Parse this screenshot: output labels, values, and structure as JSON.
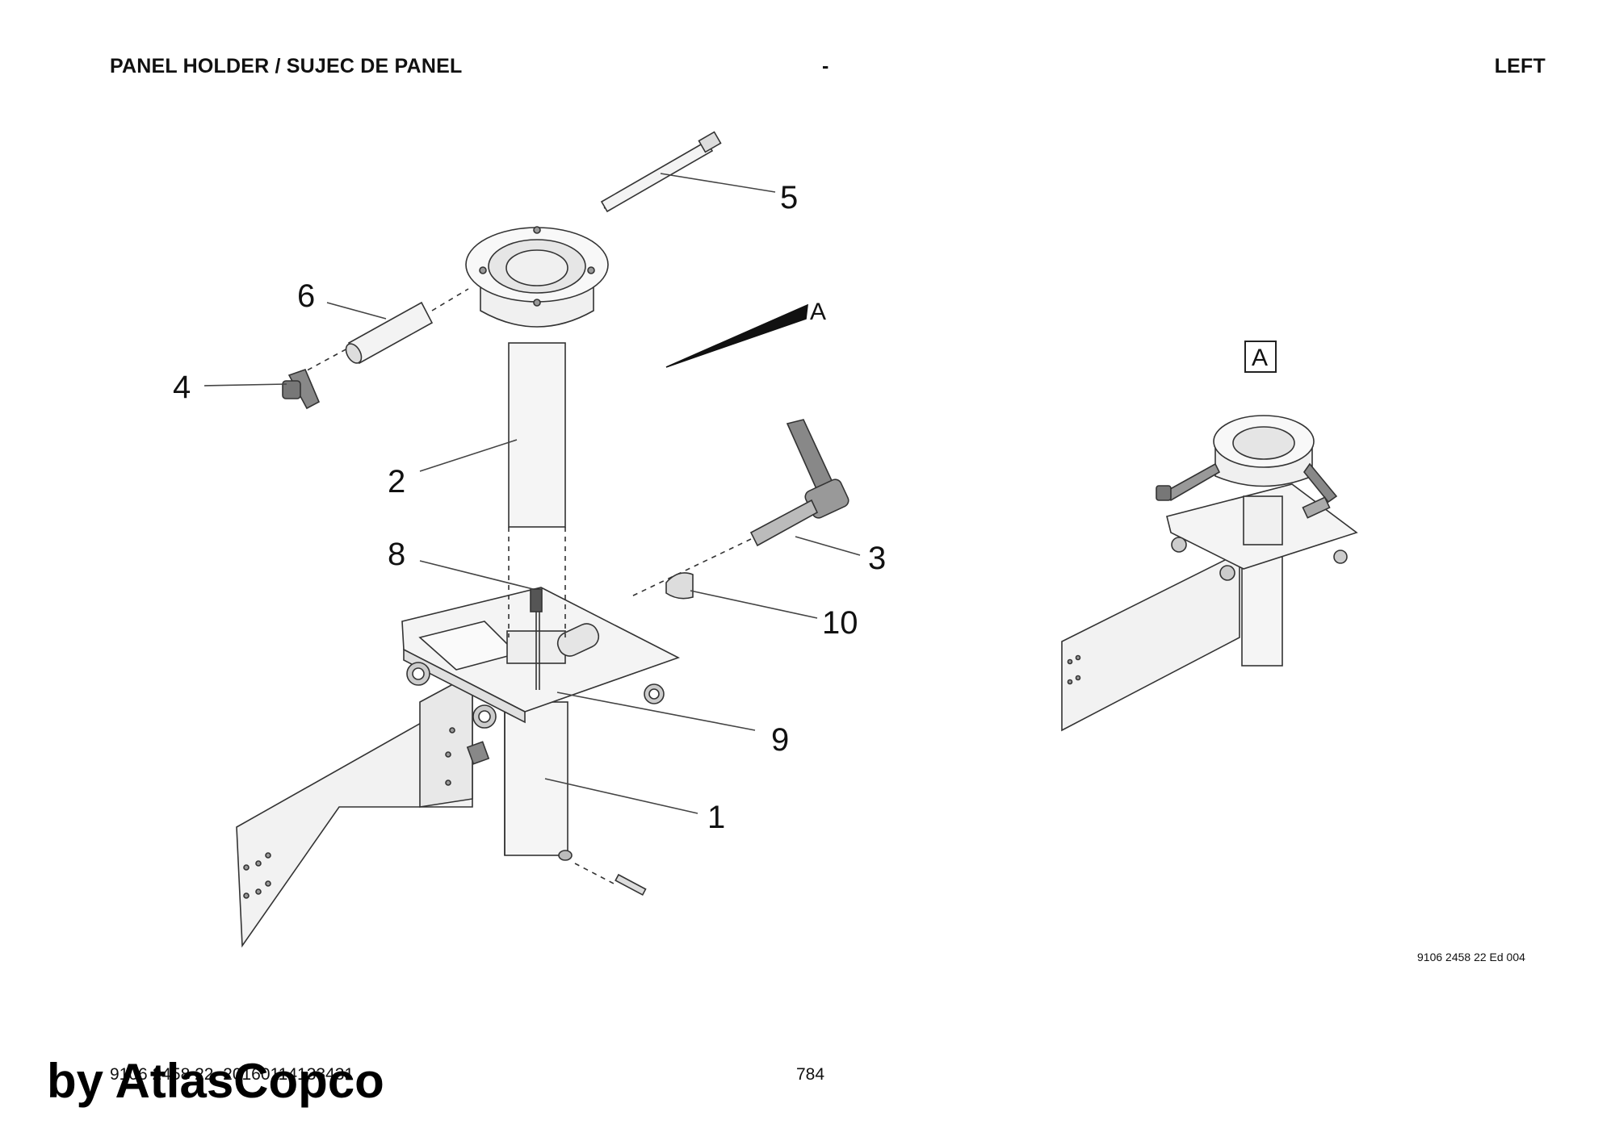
{
  "header": {
    "title": "PANEL HOLDER / SUJEC DE PANEL",
    "separator": "-",
    "side": "LEFT"
  },
  "callouts": {
    "c1": "1",
    "c2": "2",
    "c3": "3",
    "c4": "4",
    "c5": "5",
    "c6": "6",
    "c8": "8",
    "c9": "9",
    "c10": "10"
  },
  "view": {
    "arrow_label": "A",
    "detail_label": "A"
  },
  "drawing_ref": "9106 2458 22 Ed 004",
  "footer": {
    "document_id": "9106 2458 22_20160114133431",
    "page_number": "784"
  },
  "watermark": "by AtlasCopco"
}
